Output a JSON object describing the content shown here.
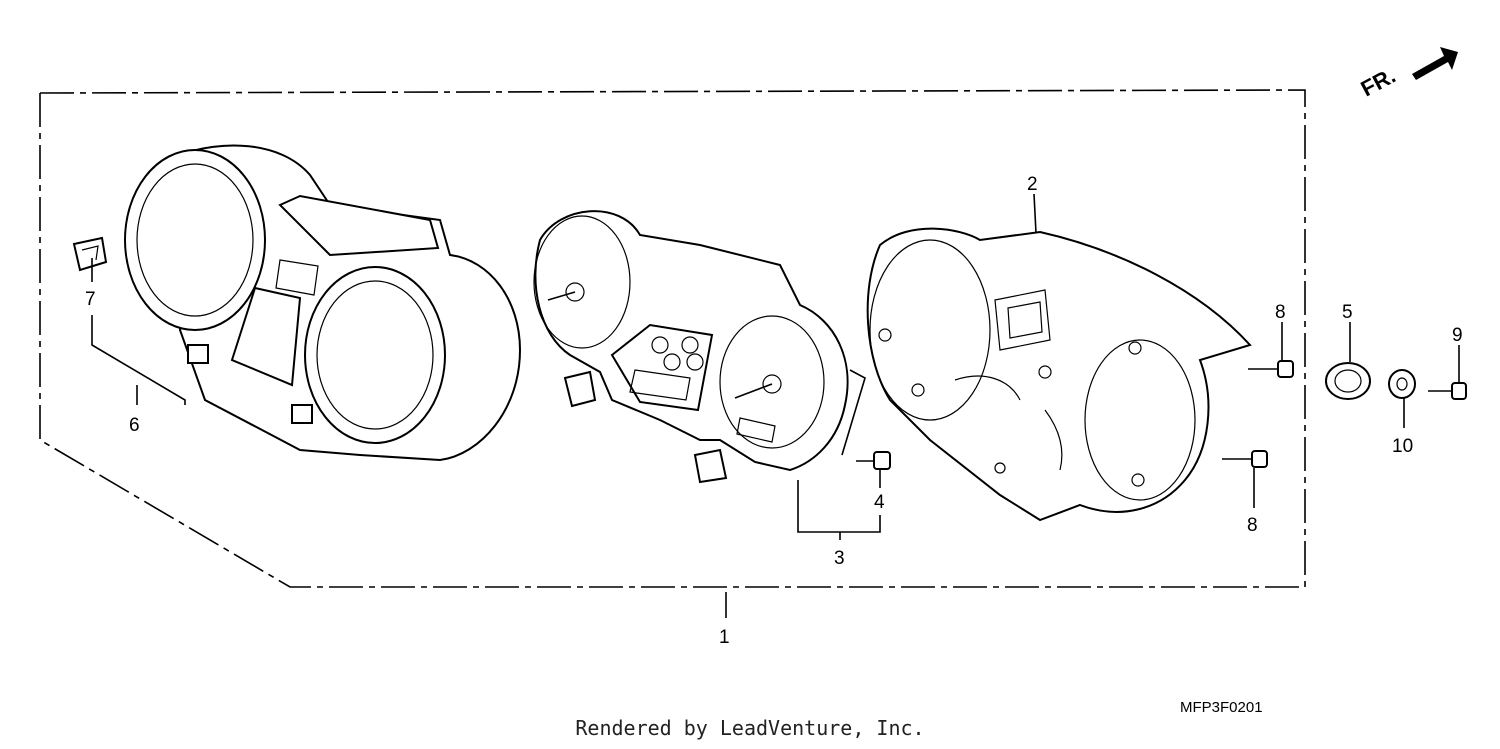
{
  "direction_label": "FR.",
  "diagram_code": "MFP3F0201",
  "credit": "Rendered by LeadVenture, Inc.",
  "callouts": [
    "1",
    "2",
    "3",
    "4",
    "5",
    "6",
    "7",
    "8",
    "8",
    "9",
    "10"
  ]
}
